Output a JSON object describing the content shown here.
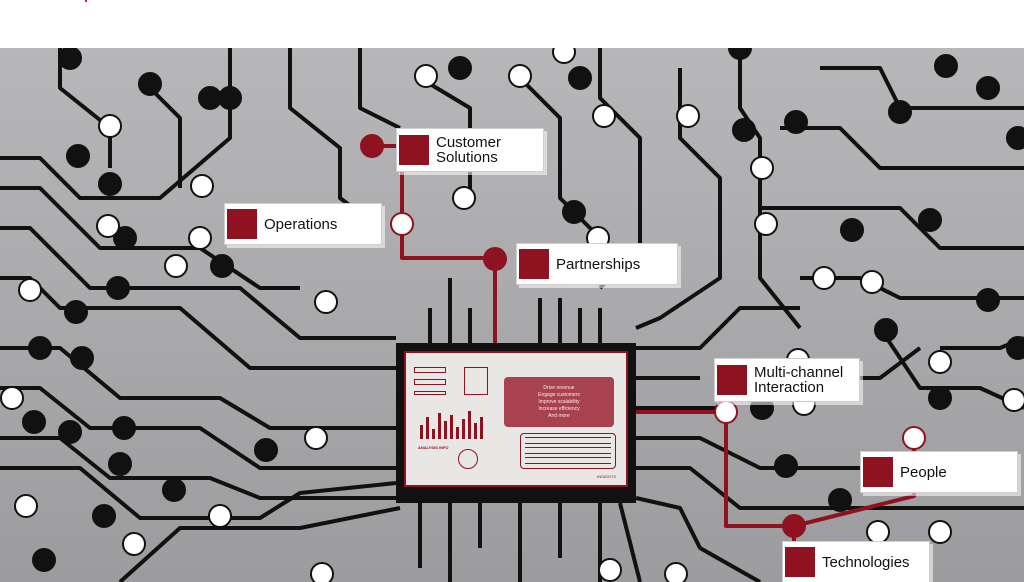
{
  "labels": {
    "customer_solutions": "Customer\nSolutions",
    "operations": "Operations",
    "partnerships": "Partnerships",
    "multichannel": "Multi-channel\nInteraction",
    "people": "People",
    "technologies": "Technologies"
  },
  "chip": {
    "benefits": [
      "Drive revenue",
      "Engage customers",
      "Improve scalability",
      "Increase efficiency",
      "And more"
    ],
    "analysis_label": "ANALYSIS INFO",
    "brand_label": "INSIGHTS"
  },
  "colors": {
    "accent": "#8e1220",
    "board": "#a8a8aa",
    "trace": "#111111",
    "node_white": "#ffffff"
  }
}
